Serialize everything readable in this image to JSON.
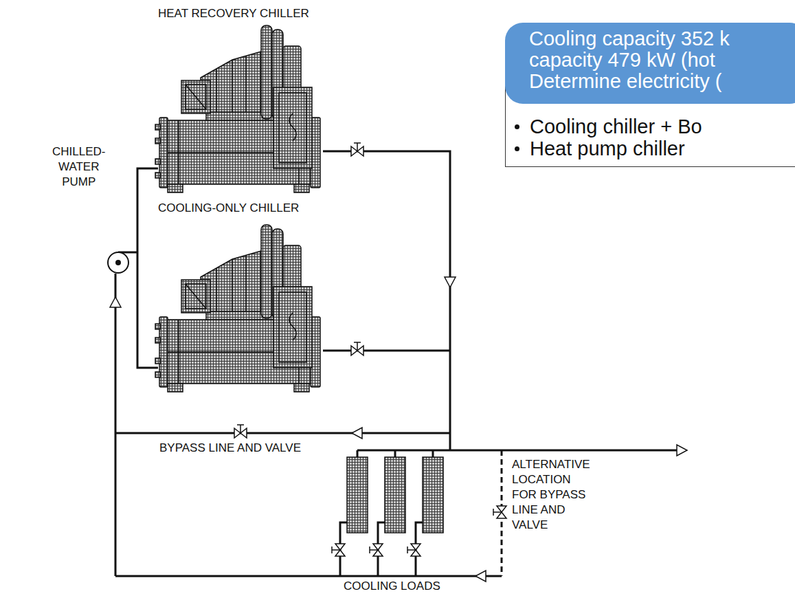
{
  "diagram": {
    "nodes": [
      {
        "text": [
          "Cooling capacity 352 k capacity 479 kW (hot Determine electricity ("
        ]
      },
      {
        "text": [
          "Cooling chiller + Bo",
          "Heat pump chiller"
        ]
      }
    ],
    "labels": [
      "HEAT RECOVERY CHILLER",
      "COOLING-ONLY CHILLER",
      "CHILLED- WATER PUMP",
      "BYPASS LINE AND VALVE",
      "ALTERNATIVE LOCATION FOR BYPASS LINE AND VALVE",
      "COOLING LOADS"
    ]
  }
}
